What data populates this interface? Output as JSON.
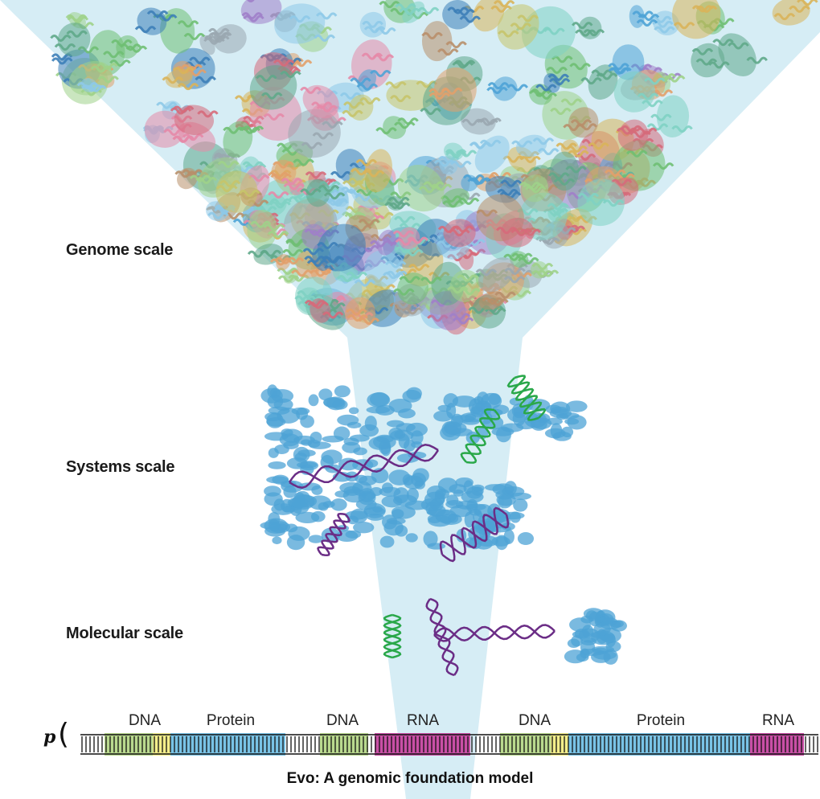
{
  "colors": {
    "funnel": "#cfeaf3",
    "dna": "#b9d98e",
    "protein": "#79c3e6",
    "rna": "#c94fa6",
    "junction": "#f3ee8a",
    "dna_helix_green": "#2aa84a",
    "rna_purple": "#6b2d86",
    "protein_blue": "#4ea3d6"
  },
  "scale_labels": {
    "genome": "Genome scale",
    "systems": "Systems scale",
    "molecular": "Molecular scale"
  },
  "sequence": {
    "segment_labels": [
      "DNA",
      "Protein",
      "DNA",
      "RNA",
      "DNA",
      "Protein",
      "RNA"
    ],
    "symbol": "p",
    "bracket": "("
  },
  "model_title": "Evo: A genomic foundation model"
}
